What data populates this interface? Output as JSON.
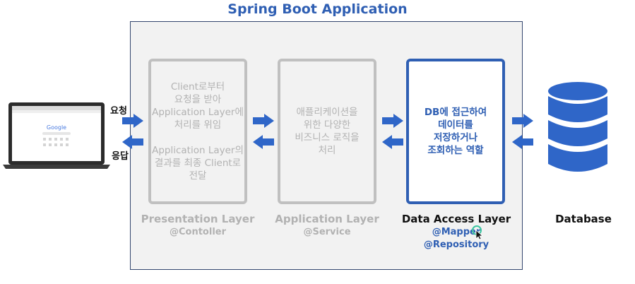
{
  "title": "Spring Boot Application",
  "request_label": "요청",
  "response_label": "응답",
  "layers": [
    {
      "description": "Client로부터\n요청을 받아\nApplication Layer에\n처리를 위임\n\nApplication Layer의\n결과를 최종 Client로\n전달",
      "name": "Presentation Layer",
      "annotation": "@Contoller"
    },
    {
      "description": "애플리케이션을\n위한 다양한\n비즈니스 로직을\n처리",
      "name": "Application Layer",
      "annotation": "@Service"
    },
    {
      "description": "DB에 접근하여\n데이터를\n저장하거나\n조회하는 역할",
      "name": "Data Access Layer",
      "annotation": "@Mapper\n@Repository"
    }
  ],
  "database_label": "Database",
  "browser_logo": "Google",
  "colors": {
    "accent": "#2f5fb3",
    "inactive": "#c0c0c0",
    "arrow": "#2f66c8"
  }
}
